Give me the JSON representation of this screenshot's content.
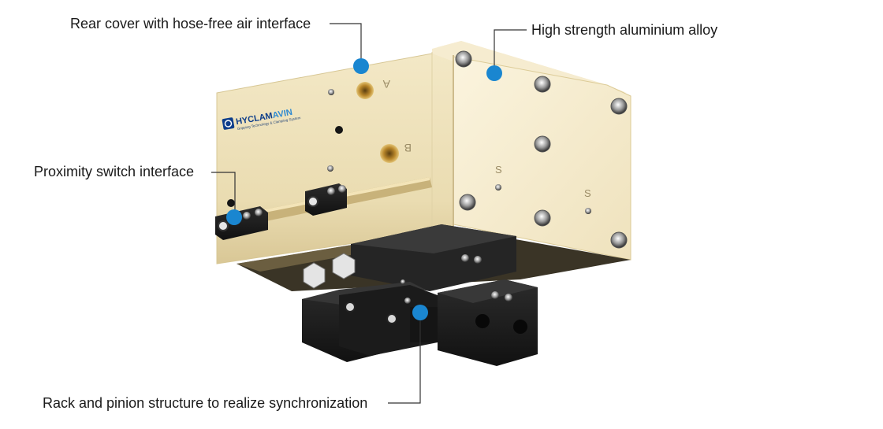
{
  "callouts": {
    "rear_cover": "Rear cover with hose-free air interface",
    "alloy": "High strength aluminium alloy",
    "proximity": "Proximity switch interface",
    "rack": "Rack and pinion structure to realize synchronization"
  },
  "logo": {
    "brand_dark": "HYCLAM",
    "brand_accent": "AVIN",
    "tagline": "Gripping Technology & Clamping System"
  },
  "port_marks": {
    "a": "A",
    "b": "B",
    "s1": "S",
    "s2": "S"
  },
  "colors": {
    "marker": "#1a86d0",
    "leader": "#333333",
    "housing_light": "#f4e9c8",
    "housing_dark": "#cdbb8c",
    "black_parts": "#1c1c1c"
  }
}
